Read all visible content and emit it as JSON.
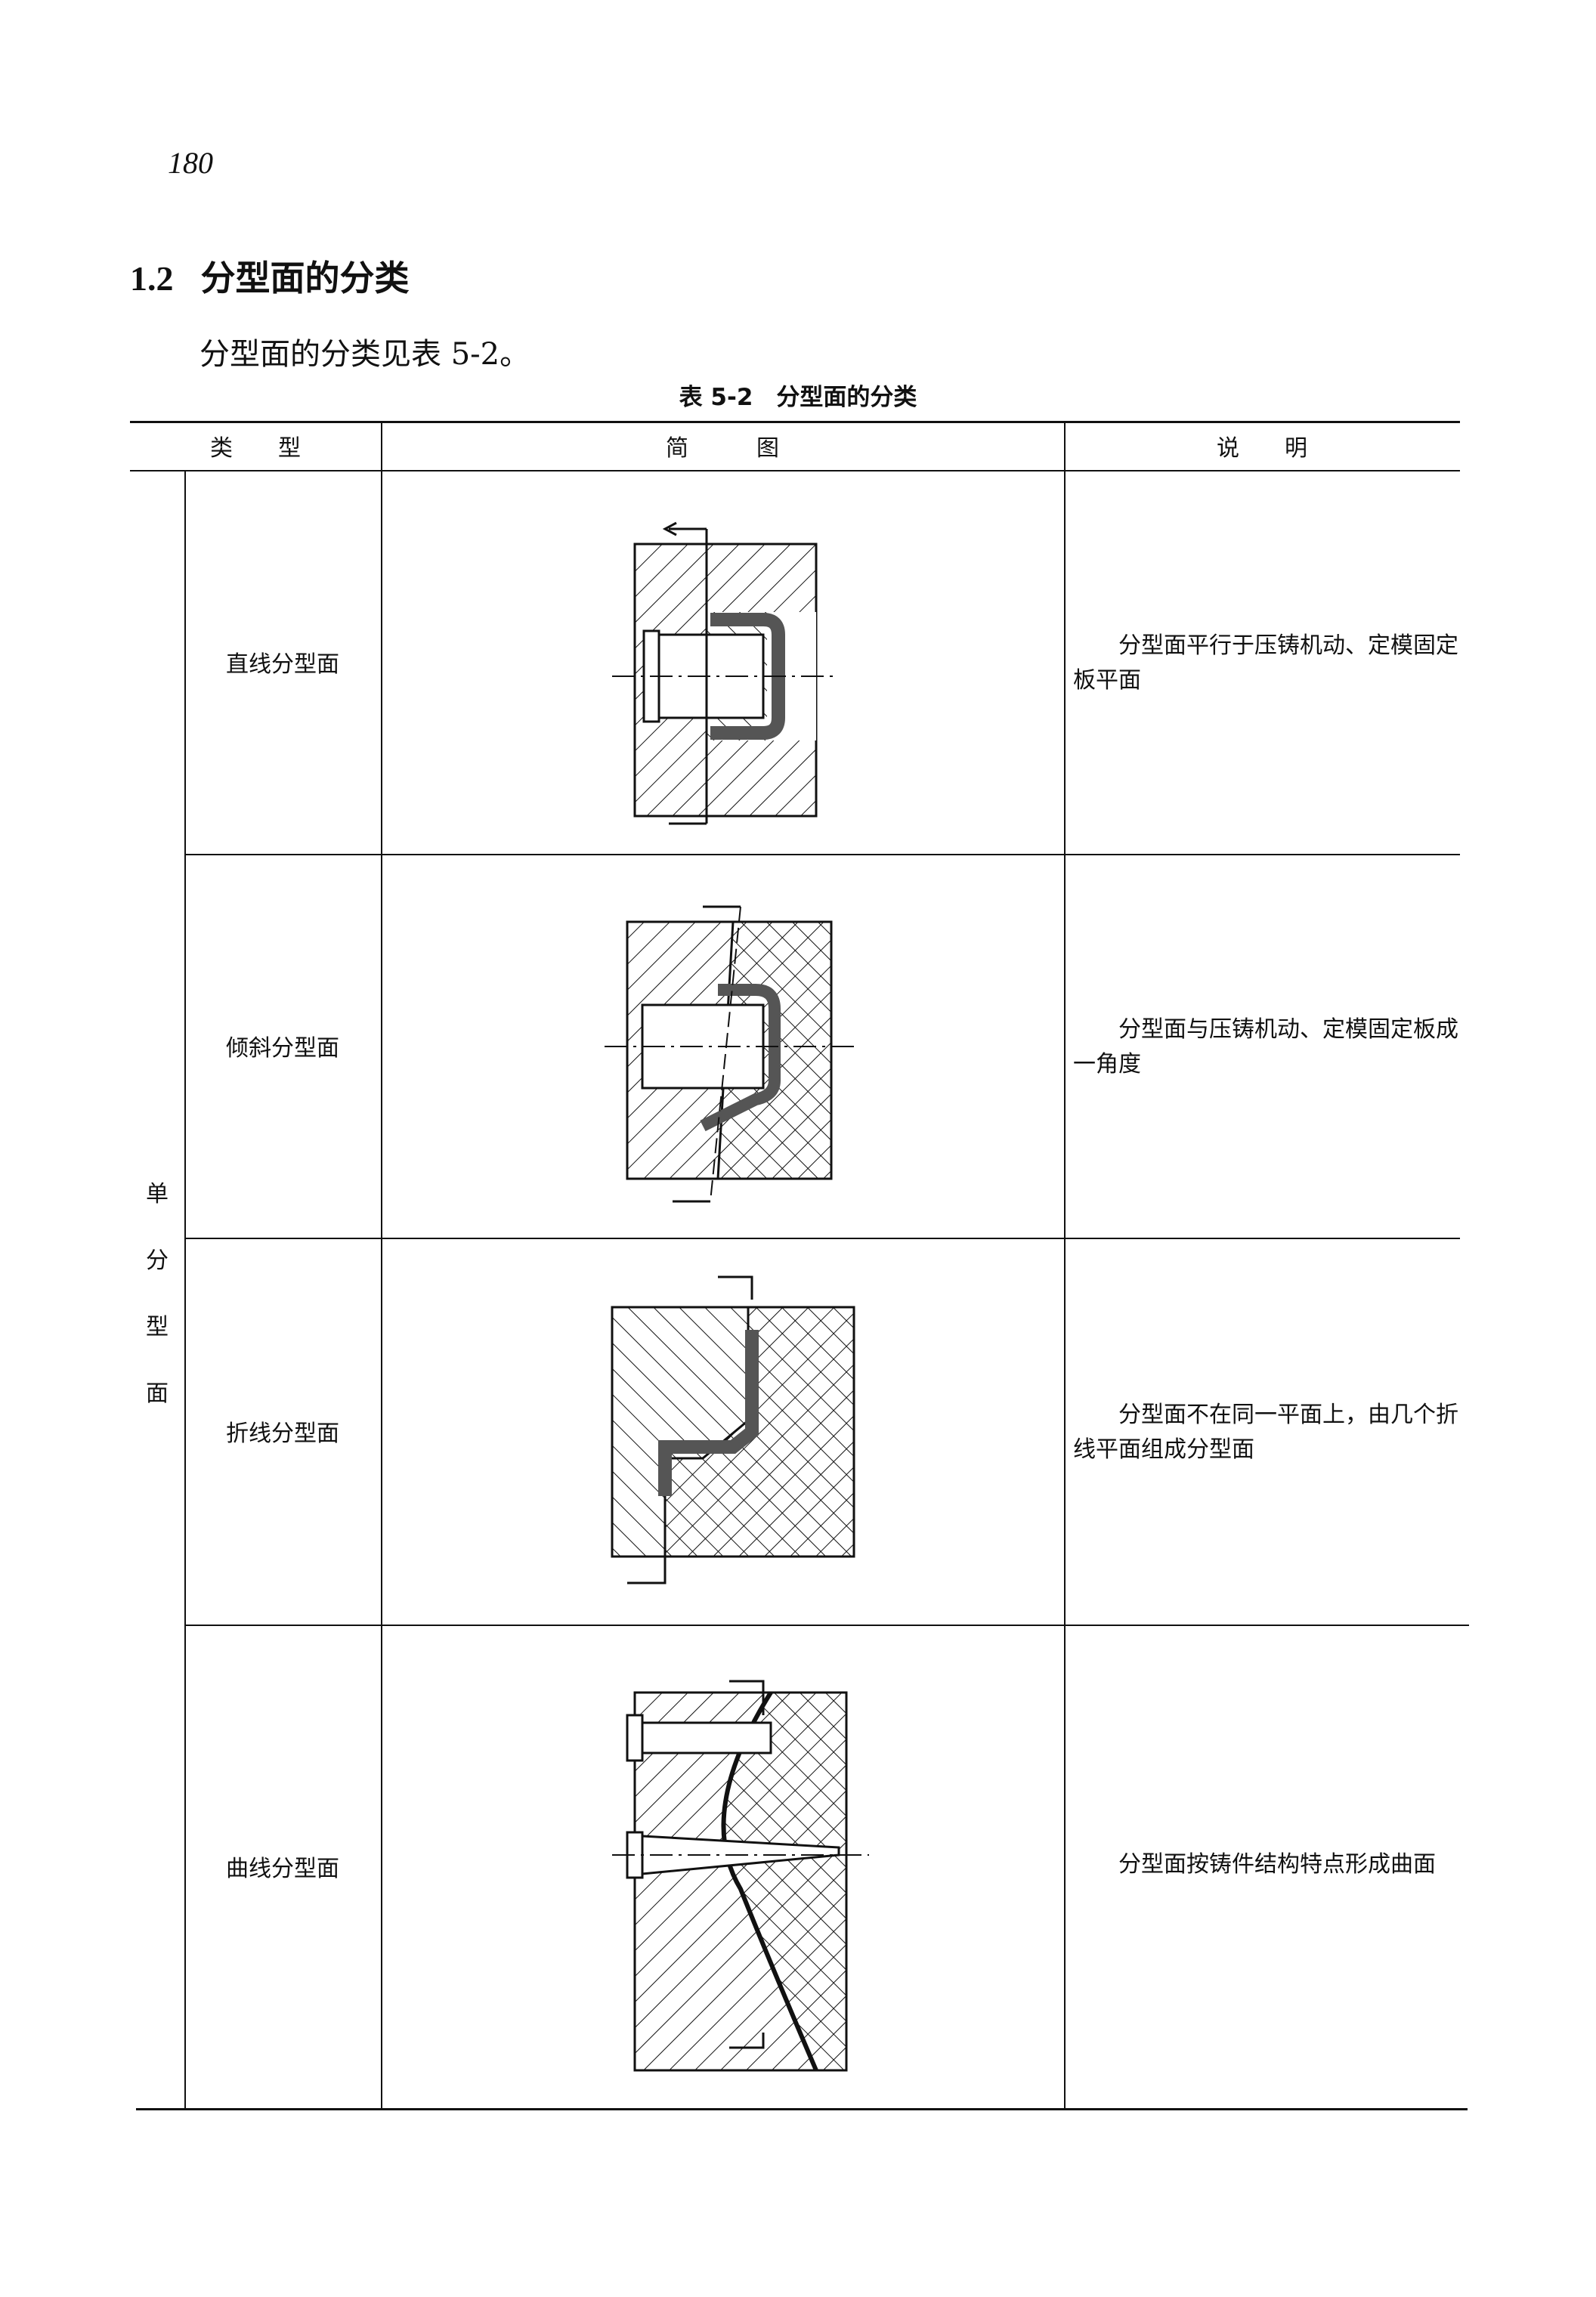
{
  "page_number": "180",
  "section": {
    "number": "1.2",
    "title": "分型面的分类"
  },
  "intro": "分型面的分类见表 5-2。",
  "table": {
    "caption": "表 5-2　分型面的分类",
    "headers": {
      "type": "类　　型",
      "diagram": "简　　　图",
      "description": "说　　明"
    },
    "group_label": [
      "单",
      "分",
      "型",
      "面"
    ],
    "rows": [
      {
        "type": "直线分型面",
        "description": "分型面平行于压铸机动、定模固定板平面"
      },
      {
        "type": "倾斜分型面",
        "description": "分型面与压铸机动、定模固定板成一角度"
      },
      {
        "type": "折线分型面",
        "description": "分型面不在同一平面上，由几个折线平面组成分型面"
      },
      {
        "type": "曲线分型面",
        "description": "分型面按铸件结构特点形成曲面"
      }
    ]
  }
}
